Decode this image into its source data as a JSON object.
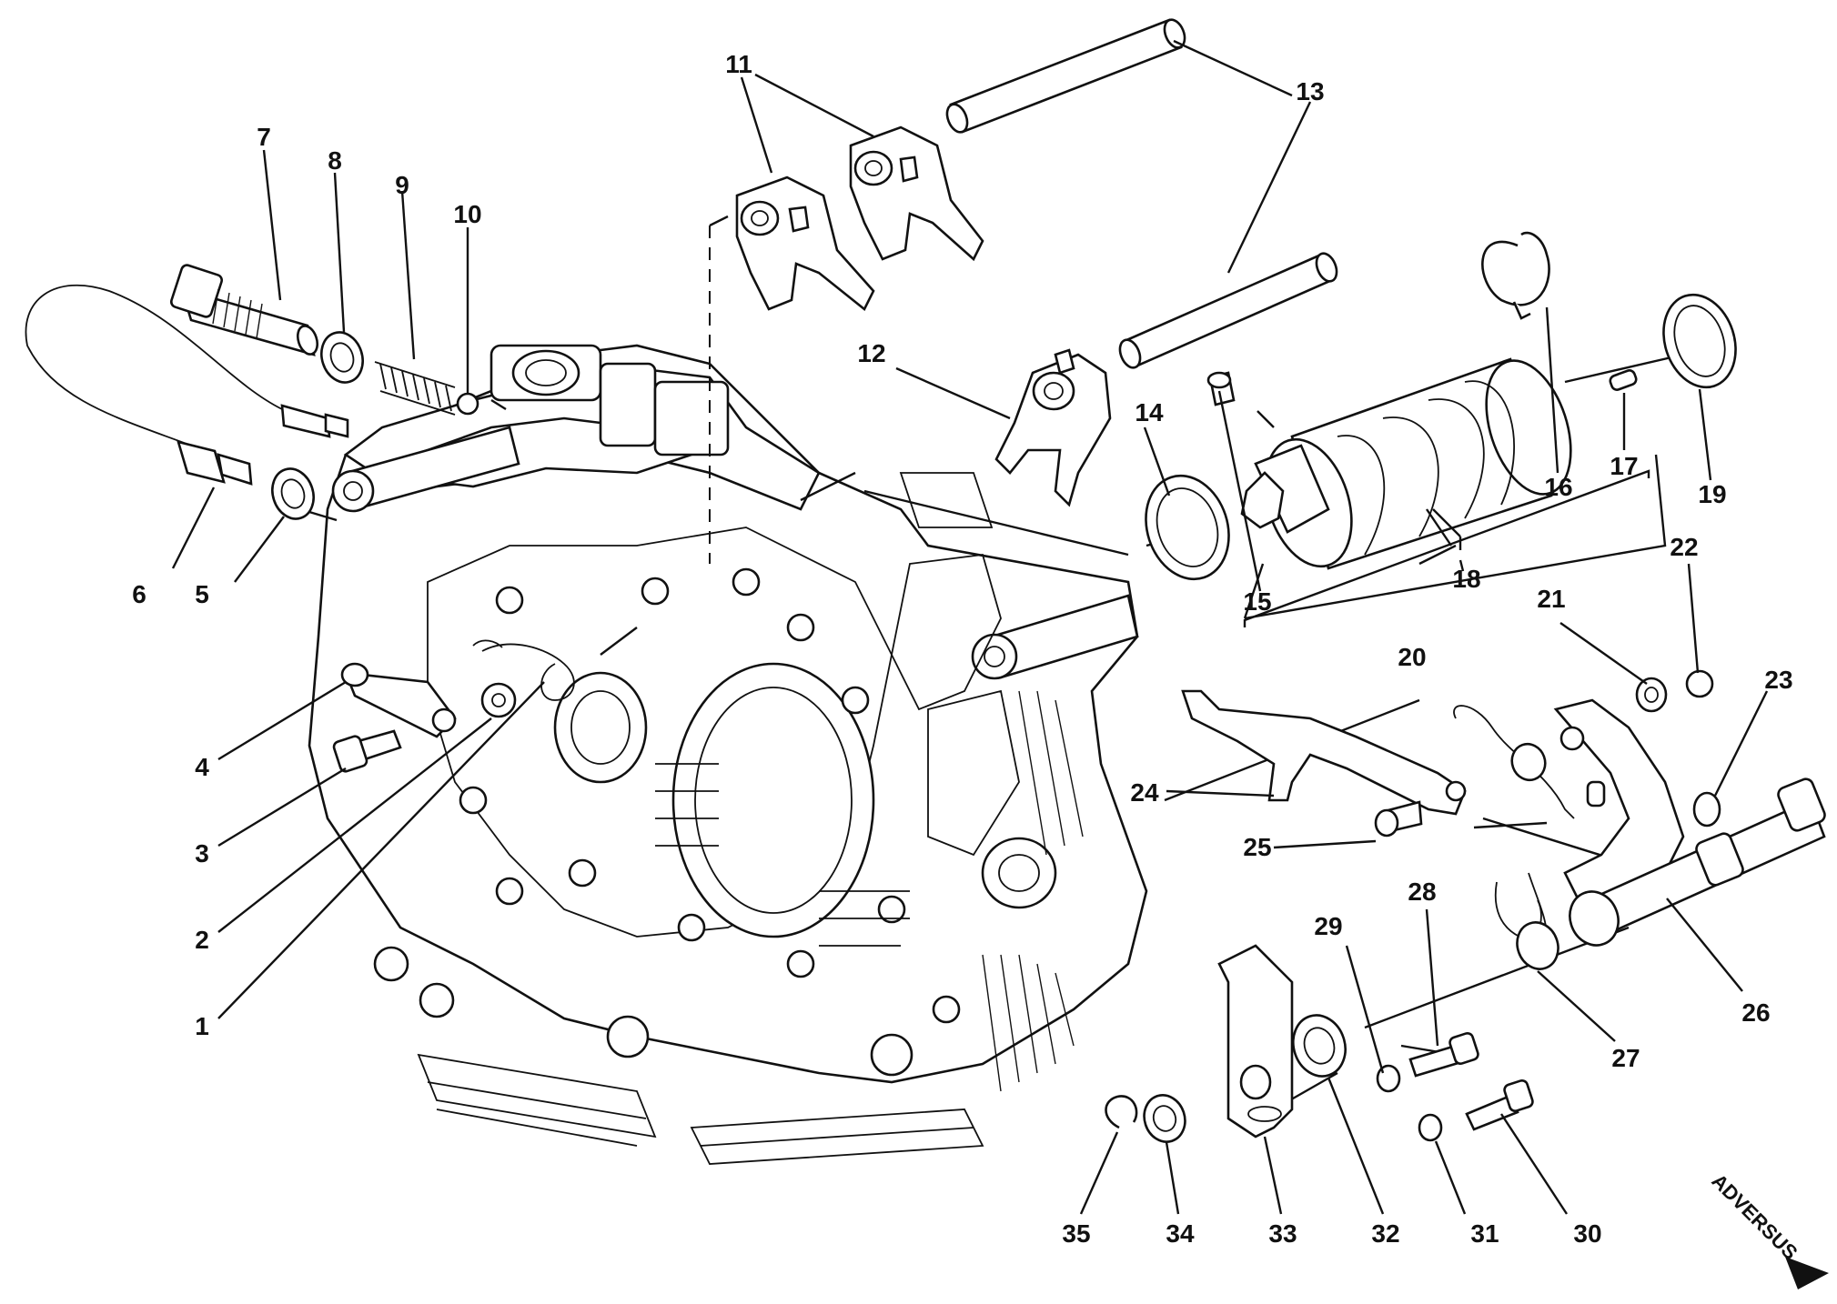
{
  "diagram": {
    "labels": [
      {
        "id": "1",
        "text": "1"
      },
      {
        "id": "2",
        "text": "2"
      },
      {
        "id": "3",
        "text": "3"
      },
      {
        "id": "4",
        "text": "4"
      },
      {
        "id": "5",
        "text": "5"
      },
      {
        "id": "6",
        "text": "6"
      },
      {
        "id": "7",
        "text": "7"
      },
      {
        "id": "8",
        "text": "8"
      },
      {
        "id": "9",
        "text": "9"
      },
      {
        "id": "10",
        "text": "10"
      },
      {
        "id": "11",
        "text": "11"
      },
      {
        "id": "12",
        "text": "12"
      },
      {
        "id": "13",
        "text": "13"
      },
      {
        "id": "14",
        "text": "14"
      },
      {
        "id": "15",
        "text": "15"
      },
      {
        "id": "16",
        "text": "16"
      },
      {
        "id": "17",
        "text": "17"
      },
      {
        "id": "18",
        "text": "18"
      },
      {
        "id": "19",
        "text": "19"
      },
      {
        "id": "20",
        "text": "20"
      },
      {
        "id": "21",
        "text": "21"
      },
      {
        "id": "22",
        "text": "22"
      },
      {
        "id": "23",
        "text": "23"
      },
      {
        "id": "24",
        "text": "24"
      },
      {
        "id": "25",
        "text": "25"
      },
      {
        "id": "26",
        "text": "26"
      },
      {
        "id": "27",
        "text": "27"
      },
      {
        "id": "28",
        "text": "28"
      },
      {
        "id": "29",
        "text": "29"
      },
      {
        "id": "30",
        "text": "30"
      },
      {
        "id": "31",
        "text": "31"
      },
      {
        "id": "32",
        "text": "32"
      },
      {
        "id": "33",
        "text": "33"
      },
      {
        "id": "34",
        "text": "34"
      },
      {
        "id": "35",
        "text": "35"
      }
    ],
    "watermark": "ADVERSUS"
  }
}
